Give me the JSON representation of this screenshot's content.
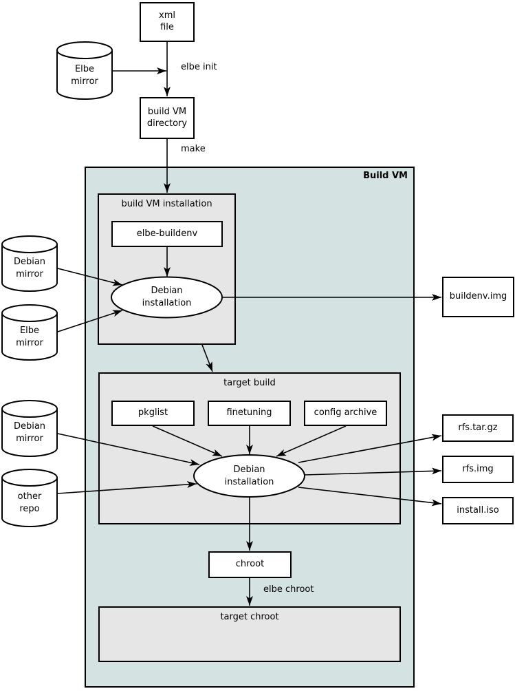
{
  "colors": {
    "container_bg": "#d5e2e2",
    "group_bg": "#e6e6e6",
    "node_bg": "#ffffff",
    "line": "#000000"
  },
  "container": {
    "title": "Build VM"
  },
  "groups": {
    "build_vm_installation": "build VM installation",
    "target_build": "target build",
    "target_chroot": "target chroot"
  },
  "nodes": {
    "xml_file": "xml\nfile",
    "elbe_mirror_top": "Elbe\nmirror",
    "build_vm_directory": "build VM\ndirectory",
    "elbe_buildenv": "elbe-buildenv",
    "debian_installation_1": "Debian\ninstallation",
    "debian_mirror_1": "Debian\nmirror",
    "elbe_mirror_mid": "Elbe\nmirror",
    "buildenv_img": "buildenv.img",
    "pkglist": "pkglist",
    "finetuning": "finetuning",
    "config_archive": "config archive",
    "debian_installation_2": "Debian\ninstallation",
    "debian_mirror_2": "Debian\nmirror",
    "other_repo": "other\nrepo",
    "rfs_tar_gz": "rfs.tar.gz",
    "rfs_img": "rfs.img",
    "install_iso": "install.iso",
    "chroot": "chroot",
    "target_chroot_label": "target chroot"
  },
  "edge_labels": {
    "elbe_init": "elbe init",
    "make": "make",
    "elbe_chroot": "elbe chroot"
  }
}
